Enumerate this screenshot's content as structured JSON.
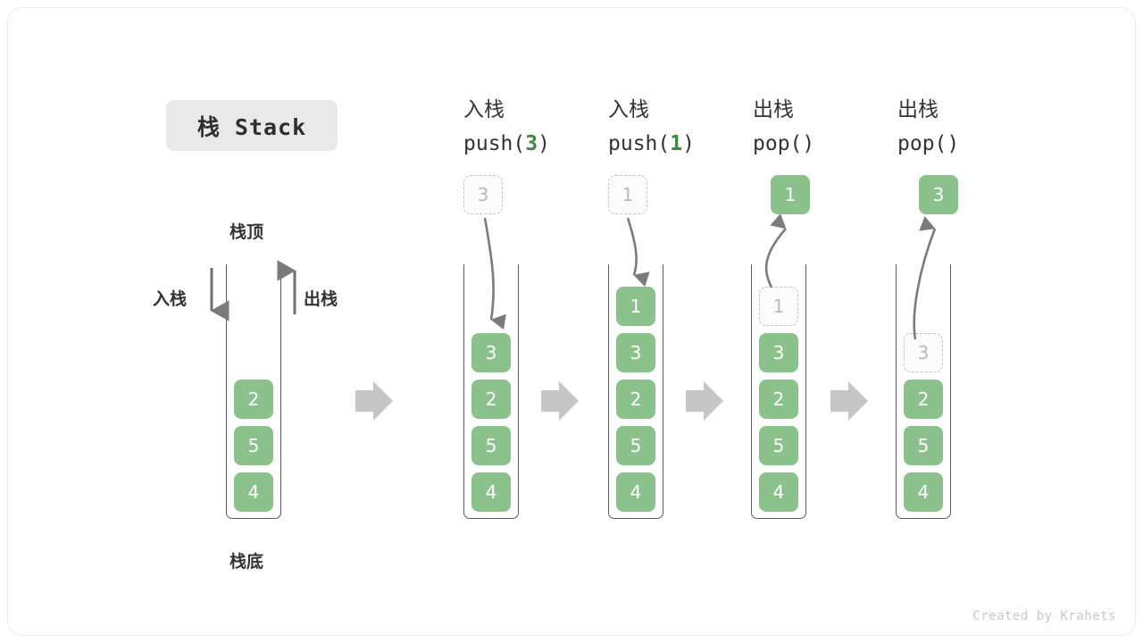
{
  "diagram": {
    "title": "栈 Stack",
    "credit": "Created by Krahets",
    "accent_green": "#8bc28b",
    "accent_green_text": "#3c8a3c",
    "ghost_border": "#c3c3c3",
    "ghost_text": "#b9b9b9",
    "container_stroke": "#5b5b5b",
    "flow_arrow_color": "#c6c6c6",
    "chip_bg": "#e9e9e9"
  },
  "legend": {
    "top_label": "栈顶",
    "bottom_label": "栈底",
    "push_label": "入栈",
    "pop_label": "出栈"
  },
  "columns": [
    {
      "id": "initial",
      "head_cn": "",
      "head_code": "",
      "cells": [
        {
          "value": "2",
          "state": "filled"
        },
        {
          "value": "5",
          "state": "filled"
        },
        {
          "value": "4",
          "state": "filled"
        }
      ],
      "floating": null
    },
    {
      "id": "push-3",
      "head_cn": "入栈",
      "head_code_prefix": "push(",
      "head_code_arg": "3",
      "head_code_suffix": ")",
      "cells": [
        {
          "value": "3",
          "state": "filled"
        },
        {
          "value": "2",
          "state": "filled"
        },
        {
          "value": "5",
          "state": "filled"
        },
        {
          "value": "4",
          "state": "filled"
        }
      ],
      "floating": {
        "value": "3",
        "state": "ghost",
        "direction": "in"
      }
    },
    {
      "id": "push-1",
      "head_cn": "入栈",
      "head_code_prefix": "push(",
      "head_code_arg": "1",
      "head_code_suffix": ")",
      "cells": [
        {
          "value": "1",
          "state": "filled"
        },
        {
          "value": "3",
          "state": "filled"
        },
        {
          "value": "2",
          "state": "filled"
        },
        {
          "value": "5",
          "state": "filled"
        },
        {
          "value": "4",
          "state": "filled"
        }
      ],
      "floating": {
        "value": "1",
        "state": "ghost",
        "direction": "in"
      }
    },
    {
      "id": "pop-1",
      "head_cn": "出栈",
      "head_code_prefix": "pop(",
      "head_code_arg": "",
      "head_code_suffix": ")",
      "cells": [
        {
          "value": "1",
          "state": "ghost"
        },
        {
          "value": "3",
          "state": "filled"
        },
        {
          "value": "2",
          "state": "filled"
        },
        {
          "value": "5",
          "state": "filled"
        },
        {
          "value": "4",
          "state": "filled"
        }
      ],
      "floating": {
        "value": "1",
        "state": "filled",
        "direction": "out"
      }
    },
    {
      "id": "pop-2",
      "head_cn": "出栈",
      "head_code_prefix": "pop(",
      "head_code_arg": "",
      "head_code_suffix": ")",
      "cells": [
        {
          "value": "3",
          "state": "ghost"
        },
        {
          "value": "2",
          "state": "filled"
        },
        {
          "value": "5",
          "state": "filled"
        },
        {
          "value": "4",
          "state": "filled"
        }
      ],
      "floating": {
        "value": "3",
        "state": "filled",
        "direction": "out"
      }
    }
  ]
}
